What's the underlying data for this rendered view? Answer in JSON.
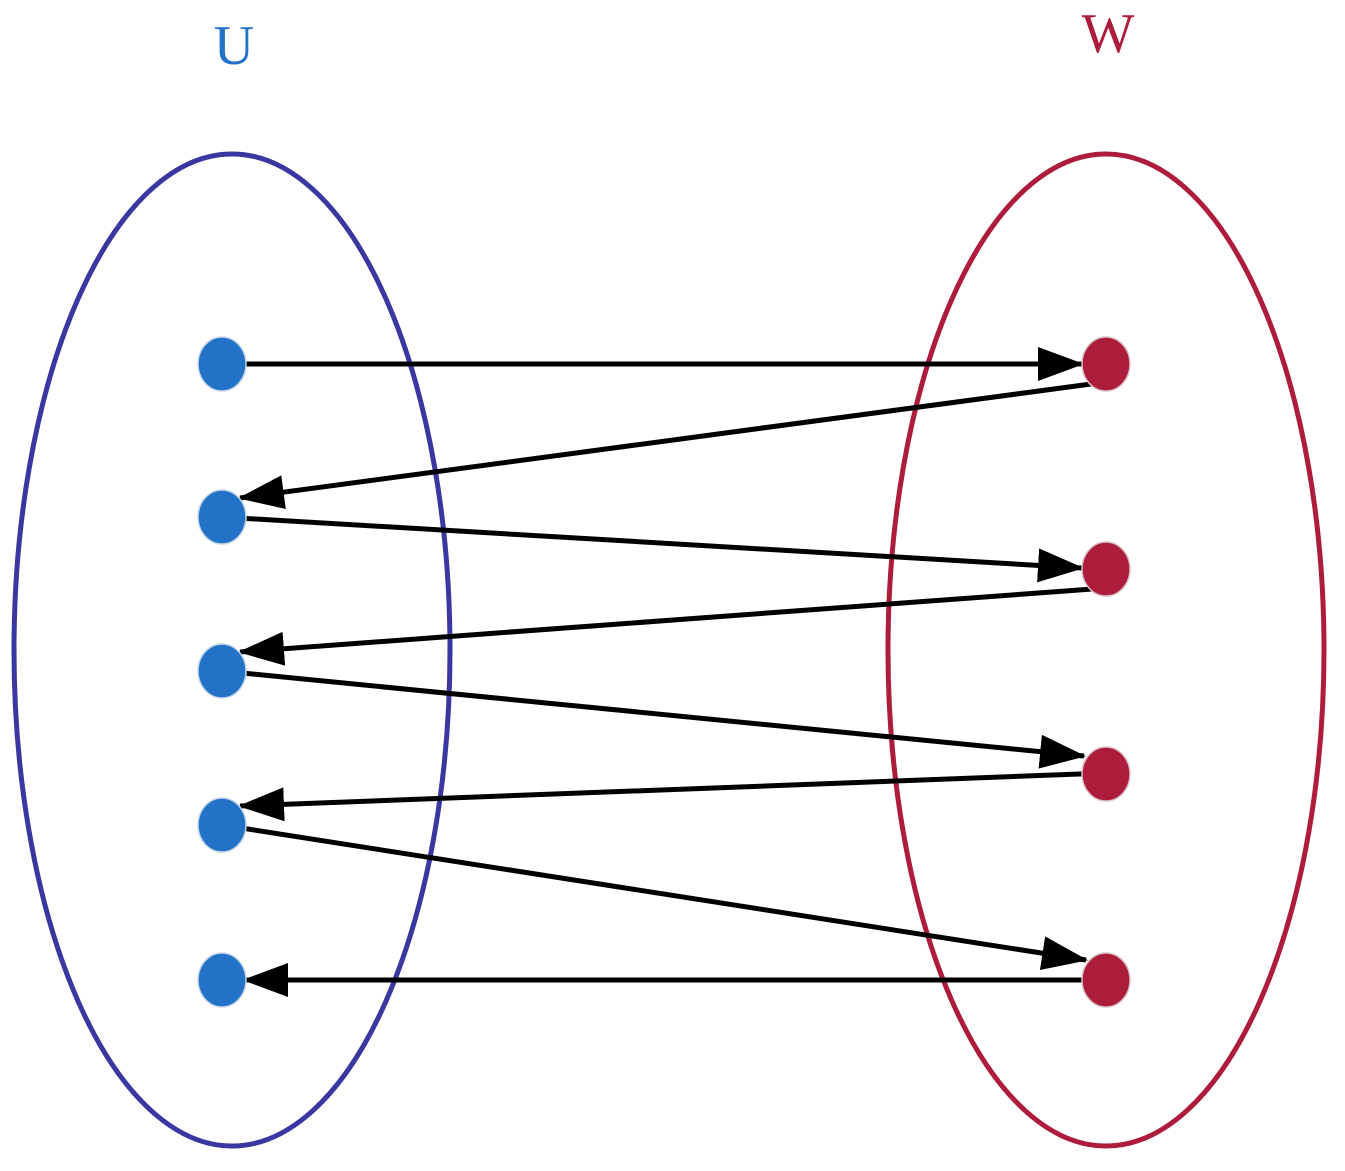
{
  "sets": {
    "left": {
      "label": "U",
      "label_color": "#2272c8",
      "outline_color": "#3a37a0",
      "node_color": "#2272c8",
      "node_count": 5
    },
    "right": {
      "label": "W",
      "label_color": "#ad1c3a",
      "outline_color": "#ad1c3a",
      "node_color": "#ad1c3a",
      "node_count": 4
    }
  },
  "edges": [
    {
      "from": "U1",
      "to": "W1"
    },
    {
      "from": "W1",
      "to": "U2"
    },
    {
      "from": "U2",
      "to": "W2"
    },
    {
      "from": "W2",
      "to": "U3"
    },
    {
      "from": "U3",
      "to": "W3"
    },
    {
      "from": "W3",
      "to": "U4"
    },
    {
      "from": "U4",
      "to": "W4"
    },
    {
      "from": "W4",
      "to": "U5"
    }
  ],
  "edge_color": "#000000"
}
